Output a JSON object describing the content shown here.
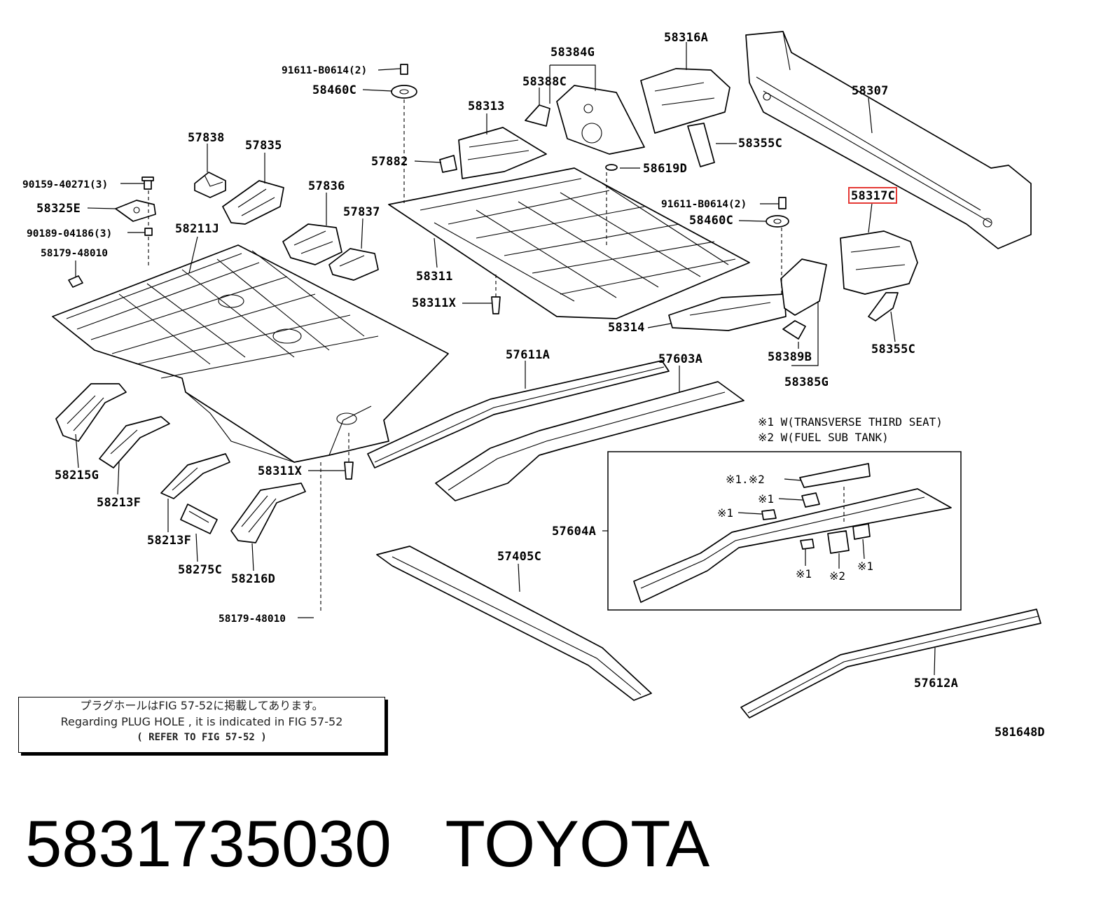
{
  "diagram": {
    "labels": {
      "l_91611_top": "91611-B0614(2)",
      "l_58460C_top": "58460C",
      "l_58384G": "58384G",
      "l_58316A": "58316A",
      "l_58388C": "58388C",
      "l_58313": "58313",
      "l_58307": "58307",
      "l_57838": "57838",
      "l_57835": "57835",
      "l_90159": "90159-40271(3)",
      "l_58325E": "58325E",
      "l_90189": "90189-04186(3)",
      "l_58179_top": "58179-48010",
      "l_58211J": "58211J",
      "l_57836": "57836",
      "l_57837": "57837",
      "l_57882": "57882",
      "l_58619D": "58619D",
      "l_58355C_top": "58355C",
      "l_91611_mid": "91611-B0614(2)",
      "l_58460C_mid": "58460C",
      "l_58317C": "58317C",
      "l_58311": "58311",
      "l_58311X_top": "58311X",
      "l_58314": "58314",
      "l_58355C_bot": "58355C",
      "l_58389B": "58389B",
      "l_58385G": "58385G",
      "l_57611A": "57611A",
      "l_57603A": "57603A",
      "l_58215G": "58215G",
      "l_58213F_a": "58213F",
      "l_58311X_bot": "58311X",
      "l_58213F_b": "58213F",
      "l_58275C": "58275C",
      "l_58216D": "58216D",
      "l_57604A": "57604A",
      "l_57405C": "57405C",
      "l_58179_bot": "58179-48010",
      "l_57612A": "57612A"
    },
    "notes": {
      "note1": "※1 W(TRANSVERSE THIRD SEAT)",
      "note2": "※2 W(FUEL SUB TANK)"
    },
    "inset_marks": {
      "m12": "※1.※2",
      "m1a": "※1",
      "m1b": "※1",
      "m1c": "※1",
      "m2": "※2",
      "m1d": "※1"
    },
    "highlighted_part": "58317C"
  },
  "caption": {
    "line1": "プラグホールはFIG 57-52に掲載してあります。",
    "line2": "Regarding PLUG HOLE , it is indicated in FIG 57-52",
    "line3": "( REFER TO FIG 57-52 )"
  },
  "figure_code": "581648D",
  "footer": {
    "part_number": "5831735030",
    "brand": "TOYOTA"
  },
  "colors": {
    "highlight_box": "#e53935",
    "line_art": "#000000"
  }
}
